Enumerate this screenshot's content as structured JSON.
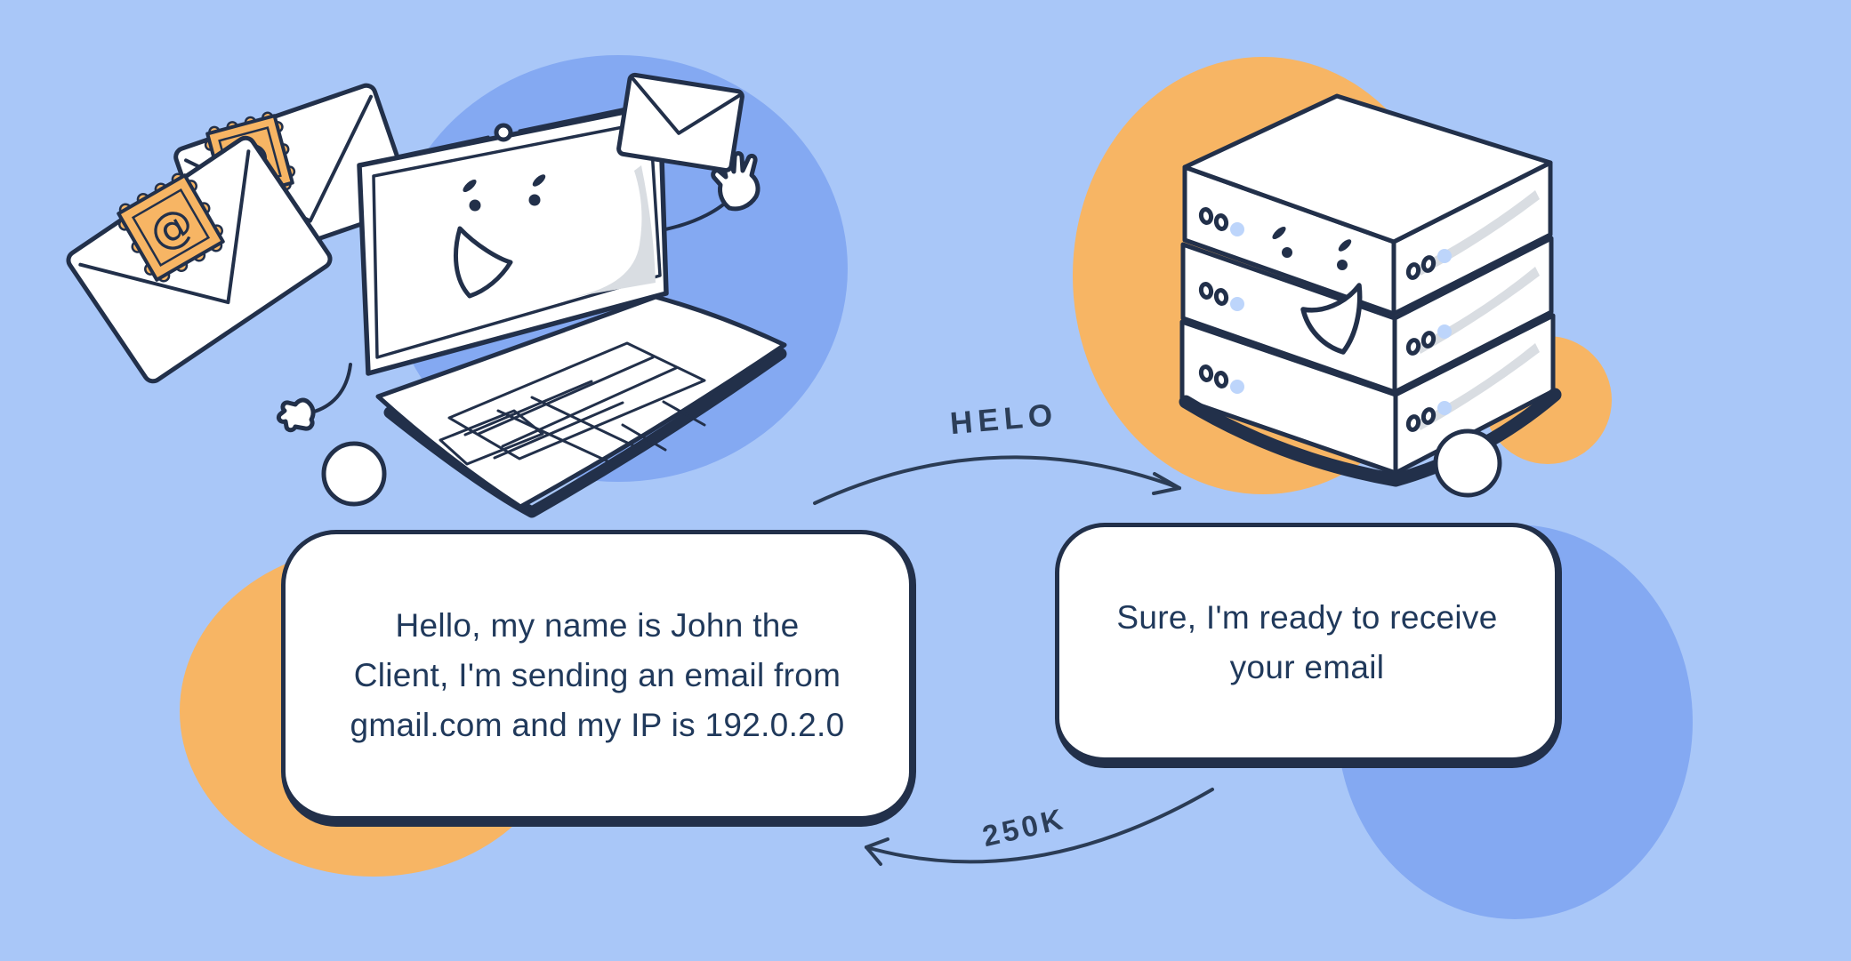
{
  "colors": {
    "background": "#a9c7f8",
    "accent_blob_blue": "#84a9f2",
    "accent_blob_orange": "#f7b564",
    "outline_navy": "#22304a",
    "text_navy": "#20395b",
    "indicator_light_blue": "#bdd5fb",
    "screen_highlight_gray": "#d9dde2"
  },
  "bubbles": {
    "client": {
      "lines": [
        "Hello, my name is John the",
        "Client, I'm sending an email from",
        "gmail.com and my IP is 192.0.2.0"
      ]
    },
    "server": {
      "lines": [
        "Sure, I'm ready to receive",
        "your email"
      ]
    }
  },
  "arrows": {
    "request_label": "HELO",
    "response_label": "250K"
  },
  "envelope_stamp_symbol": "@"
}
